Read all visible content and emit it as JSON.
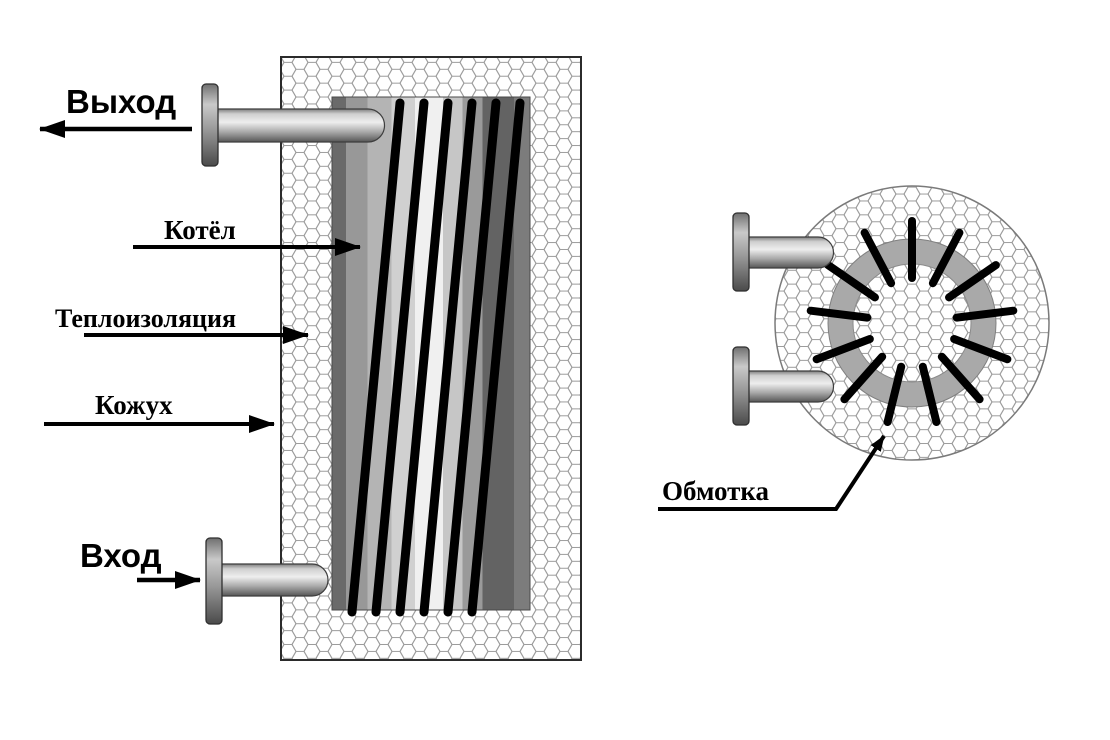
{
  "diagram": {
    "labels": {
      "outlet": "Выход",
      "boiler": "Котёл",
      "insulation": "Теплоизоляция",
      "casing": "Кожух",
      "inlet": "Вход",
      "winding": "Обмотка"
    },
    "colors": {
      "line_black": "#000000",
      "mesh_stroke": "#9b9b9b",
      "ring_gray": "#a9a9a9",
      "boiler_dark": "#636363",
      "boiler_light": "#f0f0f0",
      "pipe_light": "#cfcfcf",
      "pipe_dark": "#565656",
      "background": "#ffffff"
    }
  }
}
